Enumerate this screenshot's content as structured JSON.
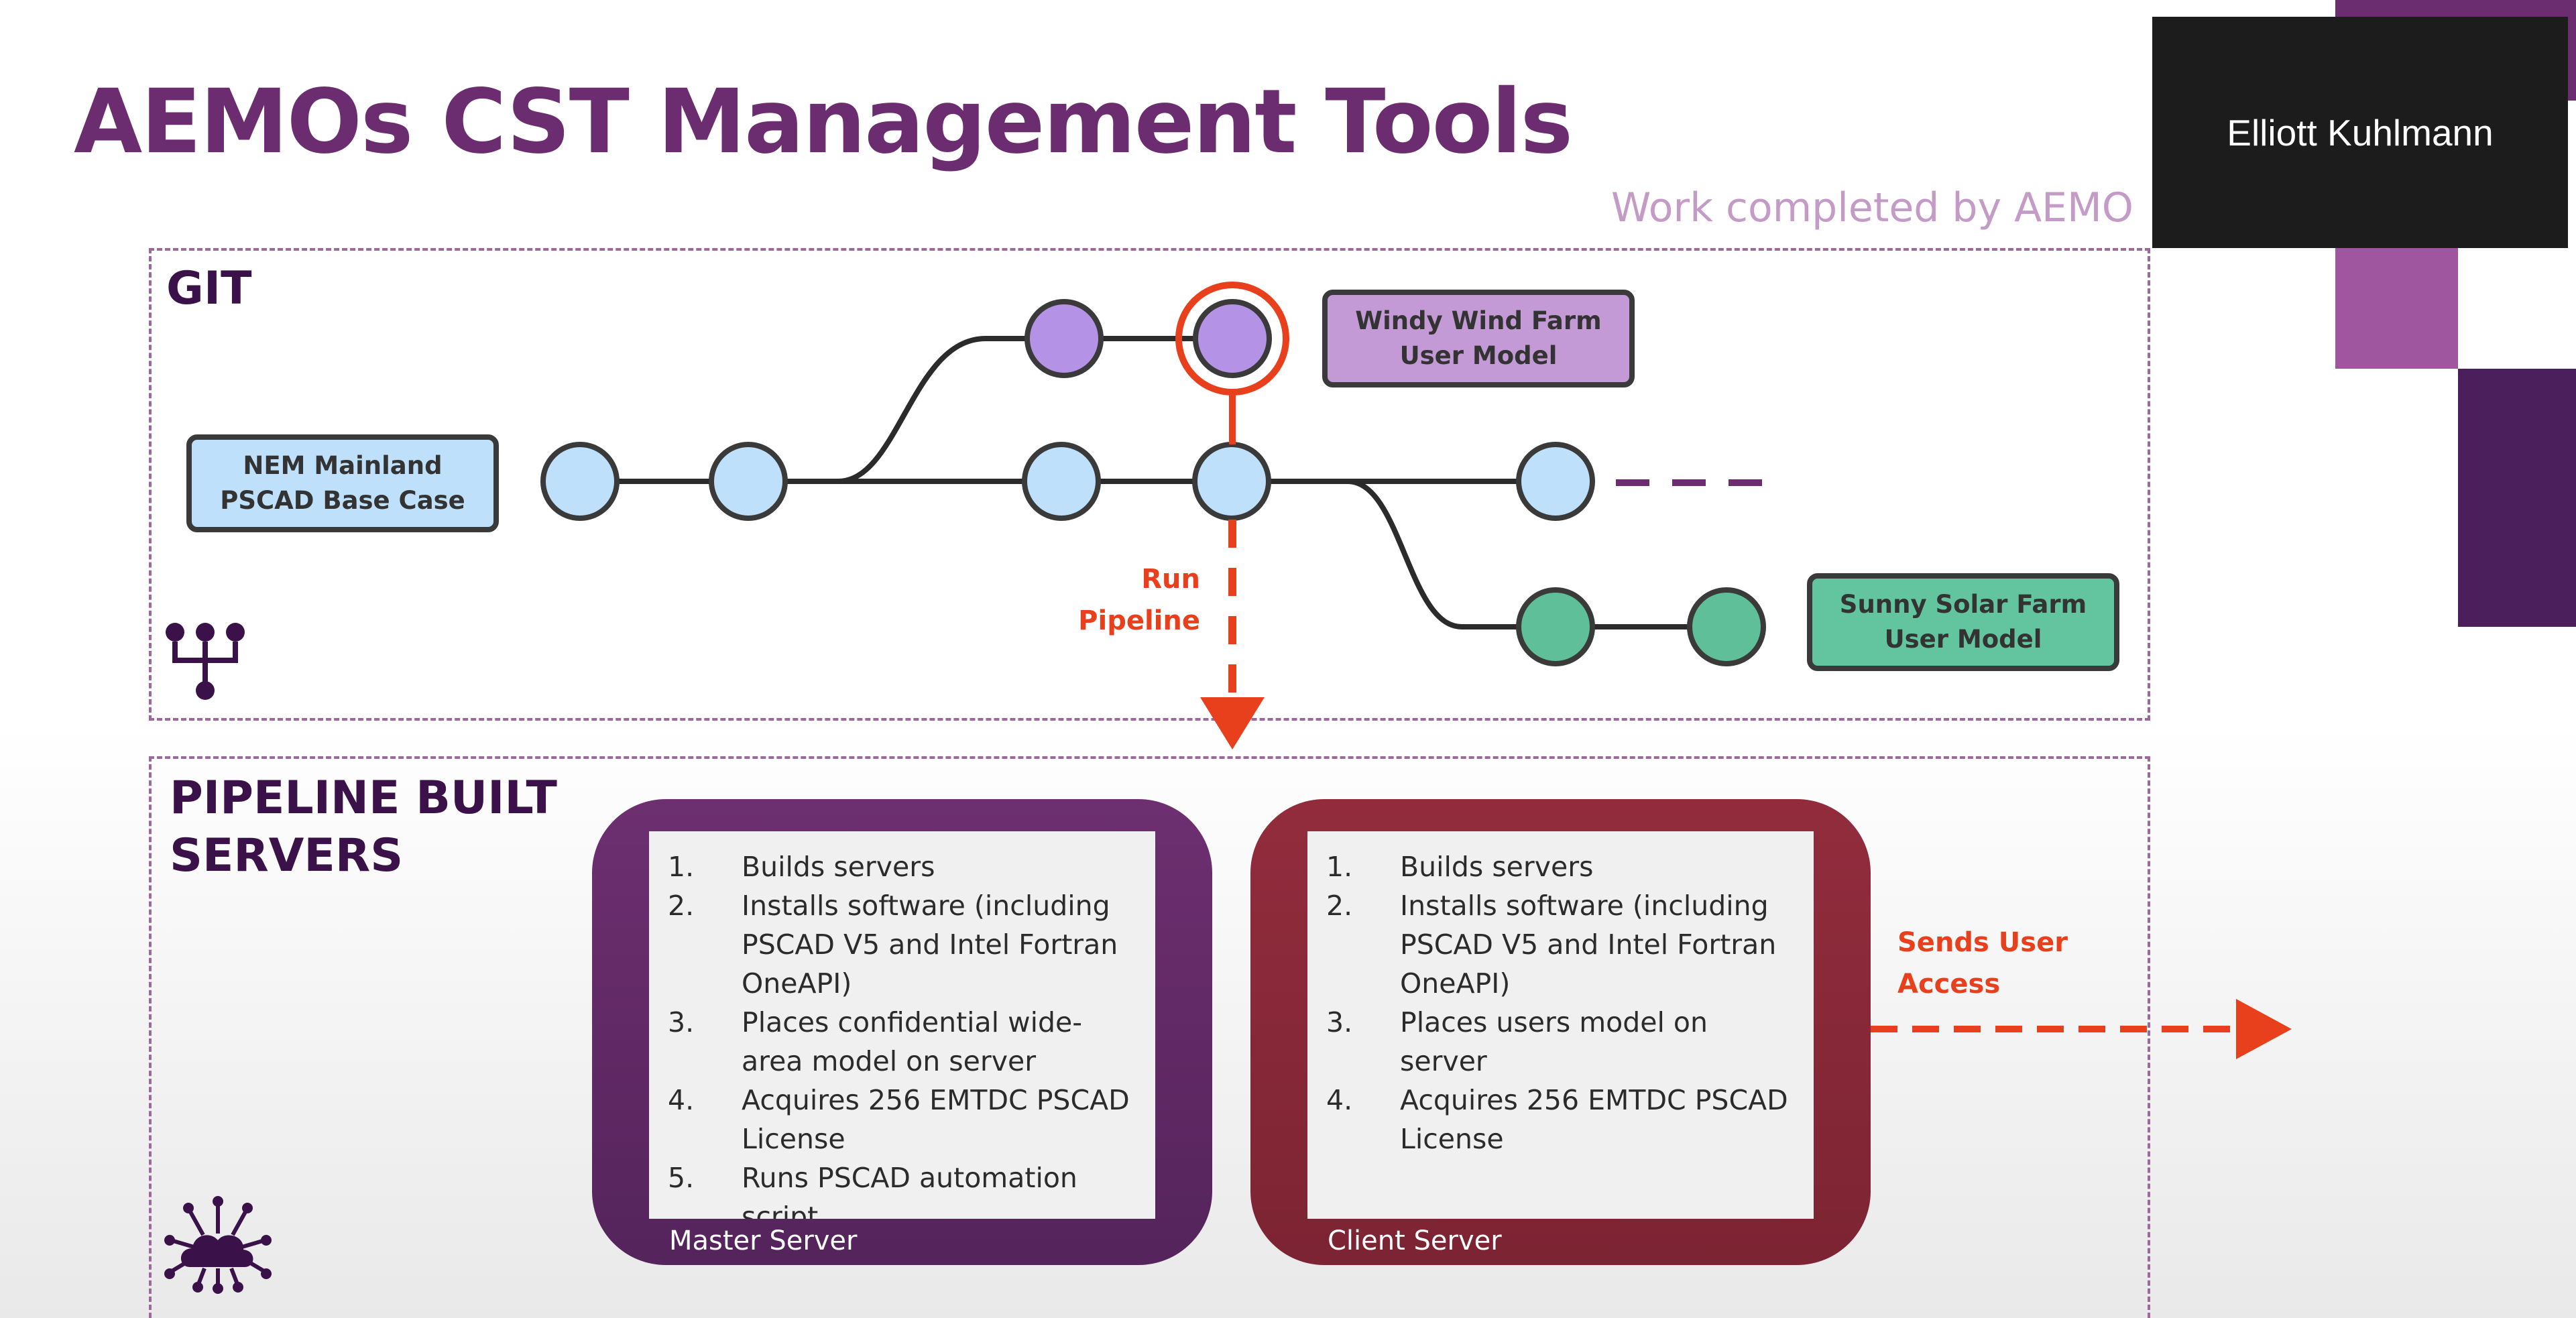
{
  "slide": {
    "title": "AEMOs CST Management Tools",
    "work_label": "Work completed by AEMO"
  },
  "git_section": {
    "heading": "GIT",
    "base_case_tag": "NEM Mainland\nPSCAD Base Case",
    "wind_tag": "Windy Wind Farm\nUser Model",
    "solar_tag": "Sunny Solar Farm\nUser Model",
    "run_pipeline_label": "Run\nPipeline",
    "icon": "git-branch-icon"
  },
  "pipeline_section": {
    "heading_line1": "PIPELINE BUILT",
    "heading_line2": "SERVERS",
    "sends_access_label": "Sends User\nAccess",
    "icon": "cloud-network-icon",
    "master_server": {
      "label": "Master Server",
      "steps": [
        {
          "num": "1.",
          "text": "Builds servers"
        },
        {
          "num": "2.",
          "text": "Installs software (including PSCAD V5 and Intel Fortran OneAPI)"
        },
        {
          "num": "3.",
          "text": "Places confidential wide-area model on server"
        },
        {
          "num": "4.",
          "text": "Acquires 256 EMTDC PSCAD License"
        },
        {
          "num": "5.",
          "text": "Runs PSCAD automation script"
        }
      ]
    },
    "client_server": {
      "label": "Client Server",
      "steps": [
        {
          "num": "1.",
          "text": "Builds servers"
        },
        {
          "num": "2.",
          "text": "Installs software (including PSCAD V5 and Intel Fortran OneAPI)"
        },
        {
          "num": "3.",
          "text": "Places users model on server"
        },
        {
          "num": "4.",
          "text": "Acquires 256 EMTDC PSCAD License"
        }
      ]
    }
  },
  "video_tile": {
    "participant_name": "Elliott Kuhlmann"
  },
  "colors": {
    "title": "#6b2d6f",
    "node_blue": "#bfe0fb",
    "node_purple": "#b493e6",
    "node_green": "#5fbf98",
    "highlight_red": "#e8401c",
    "master_server": "#6b2f6e",
    "client_server": "#8e2a3a"
  }
}
